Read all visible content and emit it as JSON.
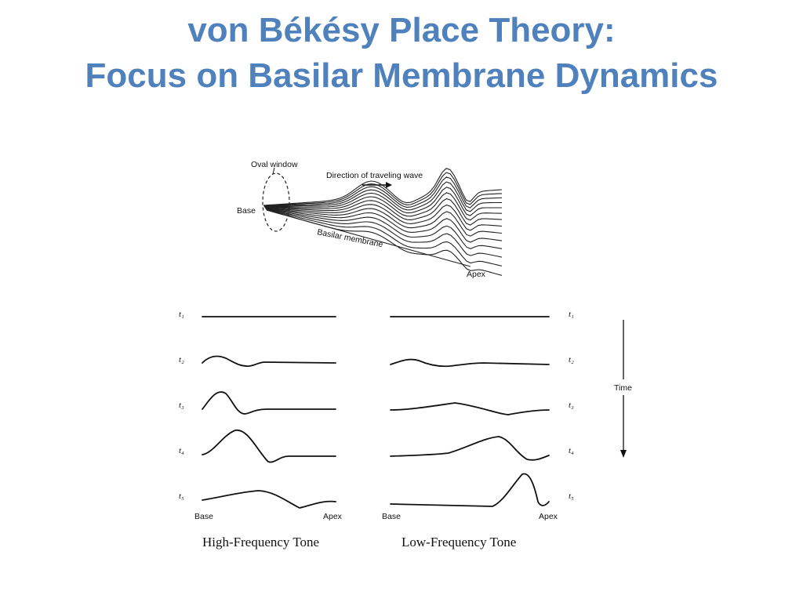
{
  "slide": {
    "title_line1": "von Békésy Place Theory:",
    "title_line2": "Focus on Basilar Membrane Dynamics",
    "accent_color": "#4f81bd"
  },
  "figure_3d": {
    "oval_window_label": "Oval window",
    "direction_label": "Direction of traveling wave",
    "base_label": "Base",
    "basilar_membrane_label": "Basilar membrane",
    "apex_label": "Apex"
  },
  "panels": {
    "time_label": "Time",
    "high": {
      "caption": "High-Frequency Tone",
      "base_label": "Base",
      "apex_label": "Apex"
    },
    "low": {
      "caption": "Low-Frequency Tone",
      "base_label": "Base",
      "apex_label": "Apex"
    },
    "time_steps": [
      "t₁",
      "t₂",
      "t₃",
      "t₄",
      "t₅"
    ]
  }
}
